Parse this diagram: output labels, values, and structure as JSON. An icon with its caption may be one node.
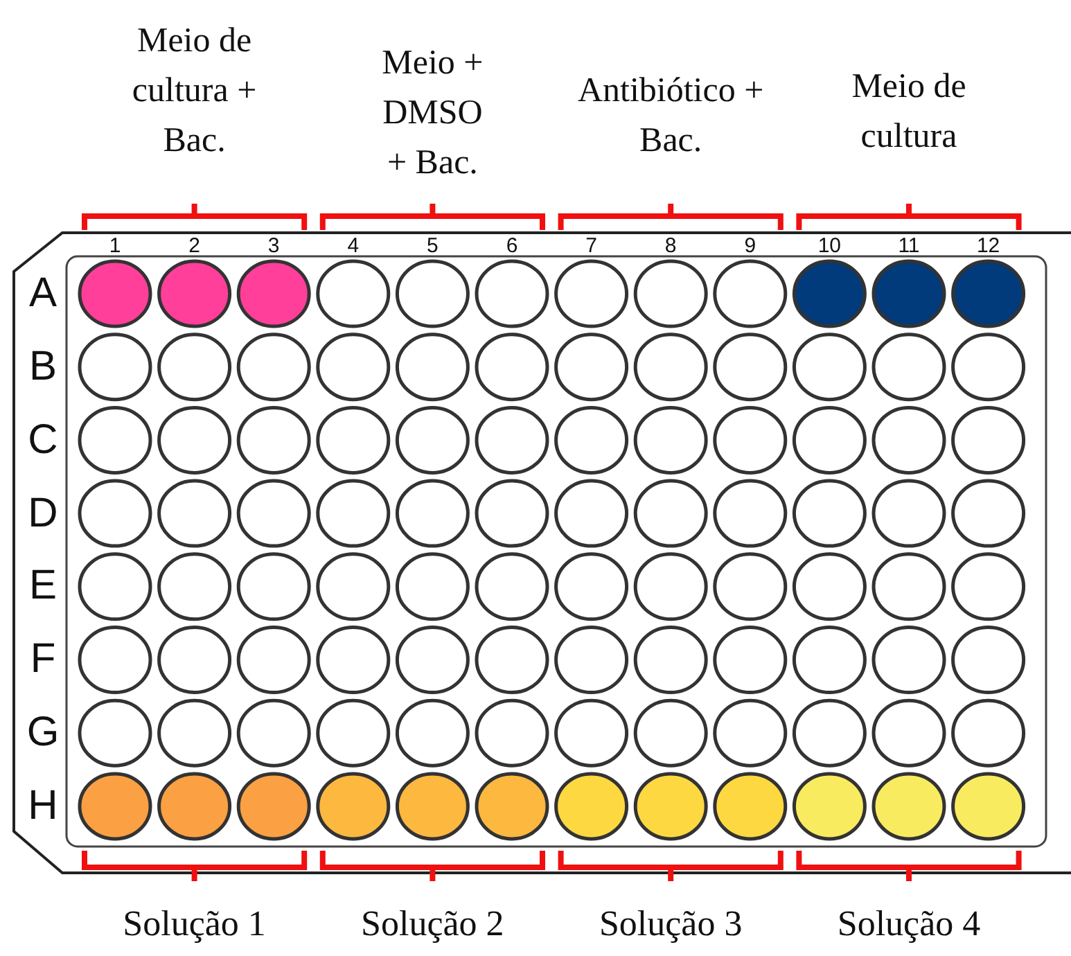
{
  "diagram": {
    "labels": [
      "Meio de cultura + Bac.",
      "Meio + DMSO + Bac.",
      "Antibiótico + Bac.",
      "Meio de cultura",
      "1",
      "2",
      "3",
      "4",
      "5",
      "6",
      "7",
      "8",
      "9",
      "10",
      "11",
      "12",
      "A",
      "B",
      "C",
      "D",
      "E",
      "F",
      "G",
      "H",
      "Solução 1",
      "Solução 2",
      "Solução 3",
      "Solução 4"
    ]
  }
}
